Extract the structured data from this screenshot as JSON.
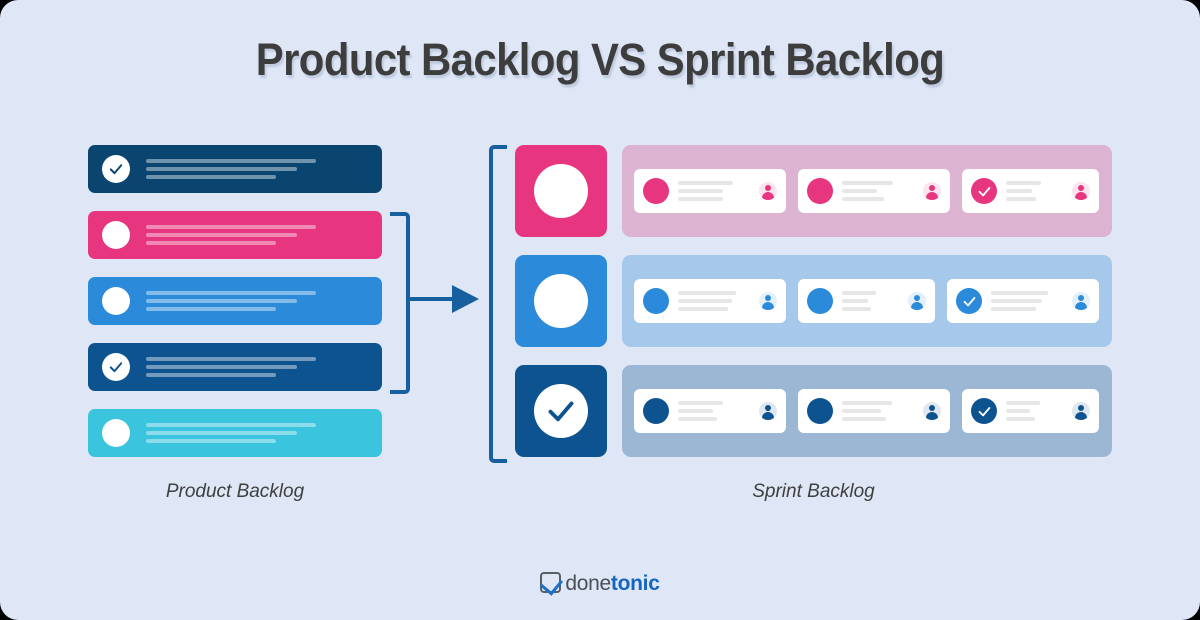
{
  "page": {
    "title": "Product Backlog VS Sprint Backlog",
    "background_color": "#dfe7f7"
  },
  "colors": {
    "navy_dark": "#0a4570",
    "navy": "#0d5390",
    "pink": "#e8357f",
    "blue": "#2b8ad9",
    "cyan": "#3ac4dd",
    "bracket": "#17609f",
    "strip_pink": "#dcb4d2",
    "strip_blue": "#a6c8ea",
    "strip_navy": "#9cb7d3",
    "title_text": "#3d3d3d",
    "logo_blue": "#1565c0"
  },
  "product_backlog": {
    "caption": "Product Backlog",
    "items": [
      {
        "name": "backlog-item-1",
        "color": "#0a4570",
        "checked": true,
        "line_widths": [
          "72%",
          "64%",
          "55%"
        ]
      },
      {
        "name": "backlog-item-2",
        "color": "#e8357f",
        "checked": false,
        "line_widths": [
          "72%",
          "64%",
          "55%"
        ]
      },
      {
        "name": "backlog-item-3",
        "color": "#2b8ad9",
        "checked": false,
        "line_widths": [
          "72%",
          "64%",
          "55%"
        ]
      },
      {
        "name": "backlog-item-4",
        "color": "#0d5390",
        "checked": true,
        "line_widths": [
          "72%",
          "64%",
          "55%"
        ]
      },
      {
        "name": "backlog-item-5",
        "color": "#3ac4dd",
        "checked": false,
        "line_widths": [
          "72%",
          "64%",
          "55%"
        ]
      }
    ],
    "grouping_bracket": {
      "spans_items": [
        2,
        3,
        4
      ]
    }
  },
  "flow": {
    "arrow_direction": "right",
    "arrow_color": "#17609f"
  },
  "sprint_backlog": {
    "caption": "Sprint Backlog",
    "rows": [
      {
        "name": "sprint-row-pink",
        "tile_color": "#e8357f",
        "tile_checked": false,
        "strip_color": "#dcb4d2",
        "cards": [
          {
            "circle_checked": false,
            "width": 152,
            "line_widths": [
              "76%",
              "62%",
              "62%"
            ]
          },
          {
            "circle_checked": false,
            "width": 152,
            "line_widths": [
              "70%",
              "48%",
              "58%"
            ]
          },
          {
            "circle_checked": true,
            "width": 137,
            "line_widths": [
              "60%",
              "44%",
              "52%"
            ]
          }
        ]
      },
      {
        "name": "sprint-row-blue",
        "tile_color": "#2b8ad9",
        "tile_checked": false,
        "strip_color": "#a6c8ea",
        "cards": [
          {
            "circle_checked": false,
            "width": 152,
            "line_widths": [
              "80%",
              "74%",
              "68%"
            ]
          },
          {
            "circle_checked": false,
            "width": 137,
            "line_widths": [
              "58%",
              "44%",
              "50%"
            ]
          },
          {
            "circle_checked": true,
            "width": 152,
            "line_widths": [
              "78%",
              "70%",
              "62%"
            ]
          }
        ]
      },
      {
        "name": "sprint-row-navy",
        "tile_color": "#0d5390",
        "tile_checked": true,
        "strip_color": "#9cb7d3",
        "cards": [
          {
            "circle_checked": false,
            "width": 152,
            "line_widths": [
              "62%",
              "48%",
              "54%"
            ]
          },
          {
            "circle_checked": false,
            "width": 152,
            "line_widths": [
              "68%",
              "54%",
              "60%"
            ]
          },
          {
            "circle_checked": true,
            "width": 137,
            "line_widths": [
              "58%",
              "42%",
              "50%"
            ]
          }
        ]
      }
    ]
  },
  "footer": {
    "logo_icon": "checkbox-check-icon",
    "logo_part1": "done",
    "logo_part2": "tonic"
  }
}
